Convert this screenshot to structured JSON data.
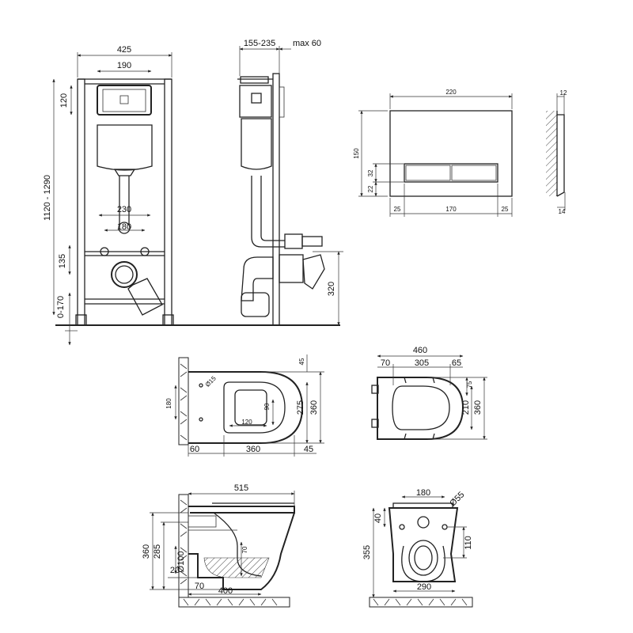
{
  "frame_front": {
    "width": "425",
    "panel_width": "190",
    "top_offset": "120",
    "height": "1120 - 1290",
    "fixing_spacing": "230",
    "outlet_spacing": "180",
    "outlet_height": "135",
    "foot_adjust": "0-170"
  },
  "frame_side": {
    "depth": "155-235",
    "wall_gap": "max 60",
    "drain_height": "320"
  },
  "flush_plate": {
    "width": "220",
    "height": "150",
    "button_height": "32",
    "button_bottom": "22",
    "margin_left": "25",
    "button_width": "170",
    "margin_right": "25",
    "thickness_top": "12",
    "thickness_bottom": "14"
  },
  "bowl_top": {
    "depth_top": "45",
    "hole_diameter": "Ø15",
    "bolt_spacing": "180",
    "inner_width": "90",
    "inner_offset": "120",
    "inner_length": "275",
    "overall_width": "360",
    "wall_offset": "60",
    "bowl_length": "360",
    "rim_offset": "45"
  },
  "seat": {
    "overall_length": "460",
    "left_offset": "70",
    "hinge_span": "305",
    "right_offset": "65",
    "top_offset": "75",
    "inner_width": "210",
    "overall_width": "360"
  },
  "bowl_side": {
    "overall_length": "515",
    "height": "360",
    "inlet_height": "285",
    "outlet_diameter": "Ø100",
    "outlet_height": "70",
    "outlet_bottom": "20",
    "outlet_offset": "70",
    "base_length": "400"
  },
  "bowl_rear": {
    "bolt_spacing": "180",
    "inlet_diameter": "Ø55",
    "bolt_height": "40",
    "height": "355",
    "outlet_height": "110",
    "base_width": "290"
  }
}
